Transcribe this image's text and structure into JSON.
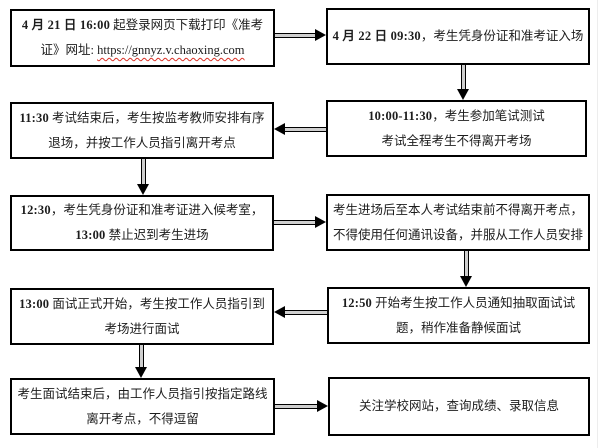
{
  "page": {
    "colors": {
      "bg": "#ffffff",
      "line": "#000000",
      "fg": "#1c1c1c",
      "shaft": "#cfcfcf",
      "spell": "#d93025"
    }
  },
  "icons": {
    "flow_arrow_style": "double-line shaft with solid black triangle head"
  },
  "boxes": {
    "l1": {
      "time": "4 月 21 日 16:00",
      "text1": " 起登录网页下载打印《准考",
      "text2": "证》网址: ",
      "url": "https://gnnyz.v.chaoxing.com"
    },
    "r1": {
      "time": "4 月 22 日 09:30",
      "text1": "，考生凭身份证和准考证入场"
    },
    "r2": {
      "time": "10:00-11:30",
      "text1": "，考生参加笔试测试",
      "line2": "考试全程考生不得离开考场"
    },
    "l2": {
      "time": "11:30",
      "text1": " 考试结束后，考生按监考教师安排有序",
      "line2": "退场，并按工作人员指引离开考点"
    },
    "l3": {
      "time": "12:30",
      "text1": "，考生凭身份证和准考证进入候考室，",
      "time2": "13:00",
      "text2": " 禁止迟到考生进场"
    },
    "r3": {
      "line1": "考生进场后至本人考试结束前不得离开考点，",
      "line2": "不得使用任何通讯设备，并服从工作人员安排"
    },
    "r4": {
      "time": "12:50",
      "text1": " 开始考生按工作人员通知抽取面试试",
      "line2": "题，稍作准备静候面试"
    },
    "l4": {
      "time": "13:00",
      "text1": " 面试正式开始，考生按工作人员指引到",
      "line2": "考场进行面试"
    },
    "l5": {
      "line1": "考生面试结束后，由工作人员指引按指定路线",
      "line2": "离开考点，不得逗留"
    },
    "r5": {
      "line1": "关注学校网站，查询成绩、录取信息"
    }
  }
}
